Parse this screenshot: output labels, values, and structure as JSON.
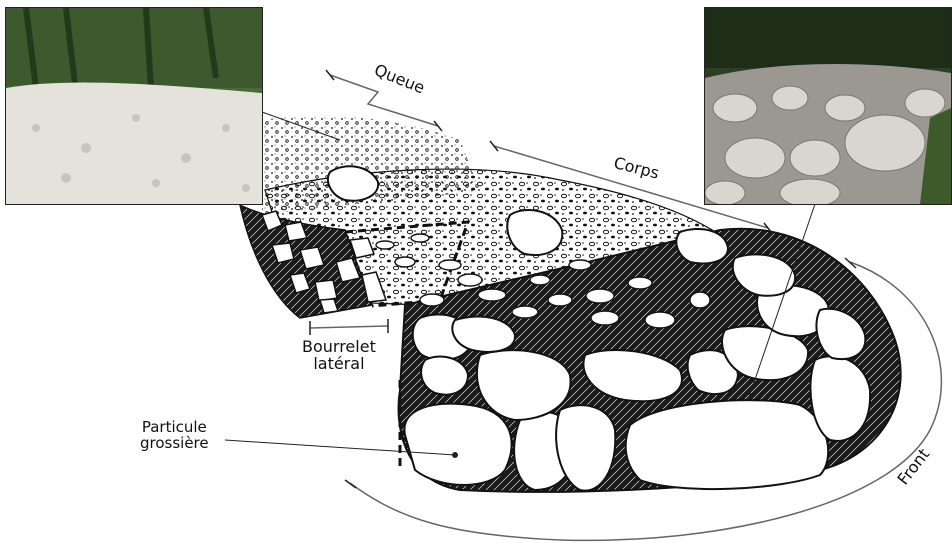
{
  "diagram": {
    "labels": {
      "queue": "Queue",
      "corps": "Corps",
      "bourrelet_line1": "Bourrelet",
      "bourrelet_line2": "latéral",
      "particule_line1": "Particule",
      "particule_line2": "grossière",
      "front": "Front"
    },
    "photos": [
      {
        "name": "debris-tail-photo",
        "subject": "pale gravel lobe in forest"
      },
      {
        "name": "debris-front-photo",
        "subject": "boulder front in forest"
      }
    ],
    "colors": {
      "ink": "#111111",
      "arrow": "#666666",
      "foliage": "#2f4a2a",
      "rock": "#d9d6cf"
    }
  }
}
